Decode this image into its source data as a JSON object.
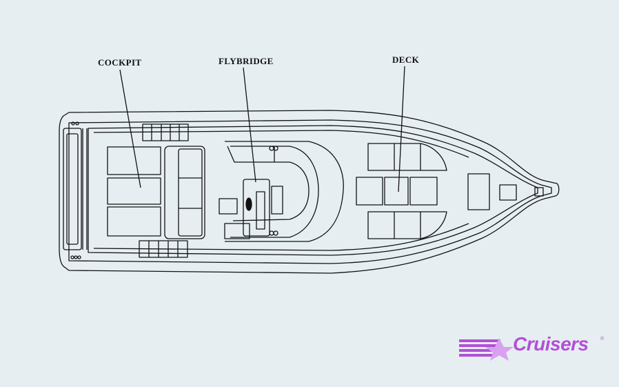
{
  "diagram": {
    "labels": {
      "cockpit": "COCKPIT",
      "flybridge": "FLYBRIDGE",
      "deck": "DECK"
    }
  },
  "brand": {
    "logo_text": "Cruisers",
    "registered": "®",
    "color": "#b24fd6"
  }
}
